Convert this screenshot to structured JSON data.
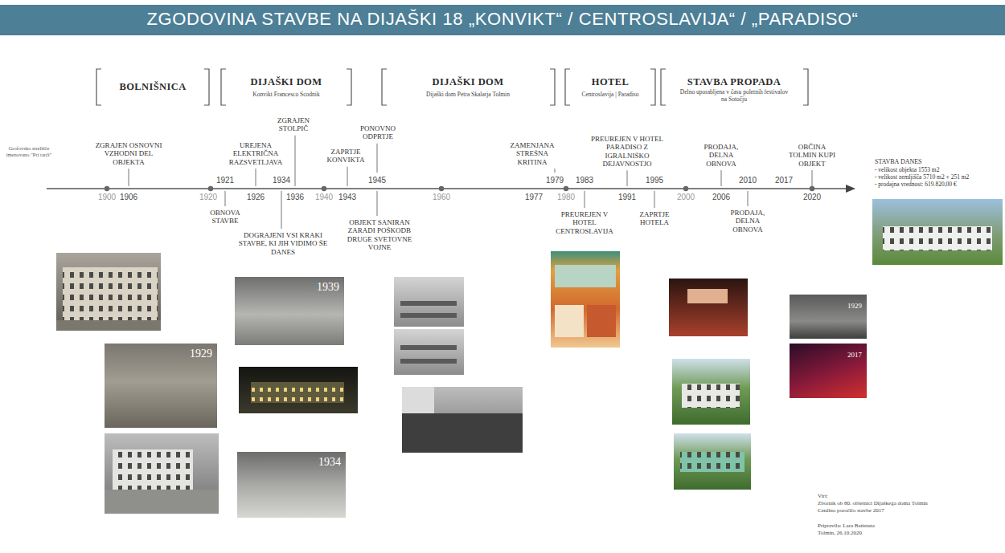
{
  "diagram": {
    "title": "ZGODOVINA STAVBE NA DIJAŠKI 18 „KONVIKT“ / CENTROSLAVIJA“ / „PARADISO“",
    "nodes": [
      {
        "text": [
          "1929"
        ]
      },
      {
        "text": [
          "1939"
        ]
      },
      {
        "text": [
          "1934"
        ]
      },
      {
        "text": [
          "1929"
        ]
      },
      {
        "text": [
          "2017"
        ]
      }
    ],
    "labels": [
      "BOLNIŠNICA",
      "DIJAŠKI DOM",
      "Konvikt Francesco Scodnik",
      "DIJAŠKI DOM",
      "Dijaški dom Petra Skalarja Tolmin",
      "HOTEL",
      "Centroslavija | Paradiso",
      "STAVBA PROPADA",
      "Delno uporabljena v času poletnih festivalov na Sotočju",
      "Grofovsko strelišče imenovano \"Pri tarči\"",
      "ZGRAJEN OSNOVNI VZHODNI DEL OBJEKTA",
      "UREJENA ELEKTRIČNA RAZSVETLJAVA",
      "ZGRAJEN STOLPIČ",
      "ZAPRTJE KONVIKTA",
      "PONOVNO ODPRTJE",
      "ZAMENJANA STREŠNA KRITINA",
      "PREUREJEN V HOTEL PARADISO Z IGRALNIŠKO DEJAVNOSTJO",
      "PRODAJA, DELNA OBNOVA",
      "OBČINA TOLMIN KUPI OBJEKT",
      "1900",
      "1906",
      "1920",
      "1921",
      "1926",
      "1934",
      "1936",
      "1940",
      "1943",
      "1945",
      "1960",
      "1977",
      "1979",
      "1980",
      "1983",
      "1991",
      "1995",
      "2000",
      "2006",
      "2010",
      "2017",
      "2020",
      "OBNOVA STAVBE",
      "DOGRAJENI VSI KRAKI STAVBE, KI JIH VIDIMO ŠE DANES",
      "OBJEKT SANIRAN ZARADI POŠKODB DRUGE SVETOVNE VOJNE",
      "PREUREJEN V HOTEL CENTROSLAVIJA",
      "ZAPRTJE HOTELA",
      "PRODAJA, DELNA OBNOVA",
      "STAVBA DANES",
      "- velikost objekta 1553 m2",
      "- velikost zemljišča 5710 m2 + 251 m2",
      "- prodajna vrednost: 619.820,00 €",
      "Viri:",
      "Zbornik ob 80. obletnici Dijaškega doma Tolmin",
      "Cenilno poročilo stavbe 2017",
      "Pripravila: Lara Batistuta",
      "Tolmin, 26.10.2020"
    ]
  }
}
